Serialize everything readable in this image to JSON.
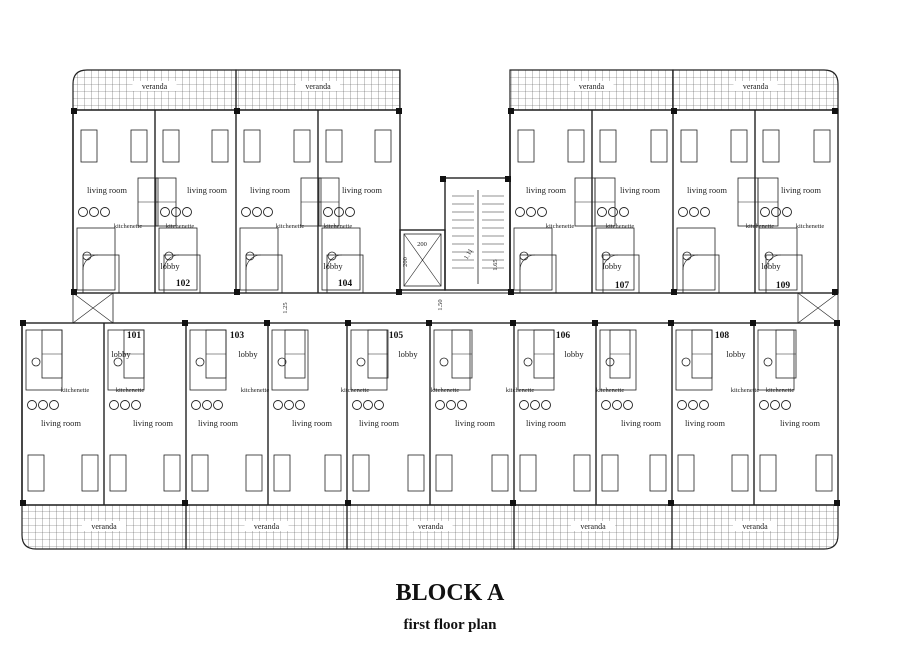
{
  "title": "BLOCK A",
  "subtitle": "first floor plan",
  "labels": {
    "veranda": "veranda",
    "living_room": "living room",
    "lobby": "lobby",
    "kitchenette": "kitchenette"
  },
  "apartments": {
    "top": [
      "102",
      "104",
      "107",
      "109"
    ],
    "bottom": [
      "101",
      "103",
      "105",
      "106",
      "108"
    ]
  },
  "core": {
    "elevator_w": "200",
    "elevator_d": "200",
    "corridor_a": "1.25",
    "corridor_b": "1.50",
    "stair_1": "1.65",
    "stair_2": "1.11"
  }
}
